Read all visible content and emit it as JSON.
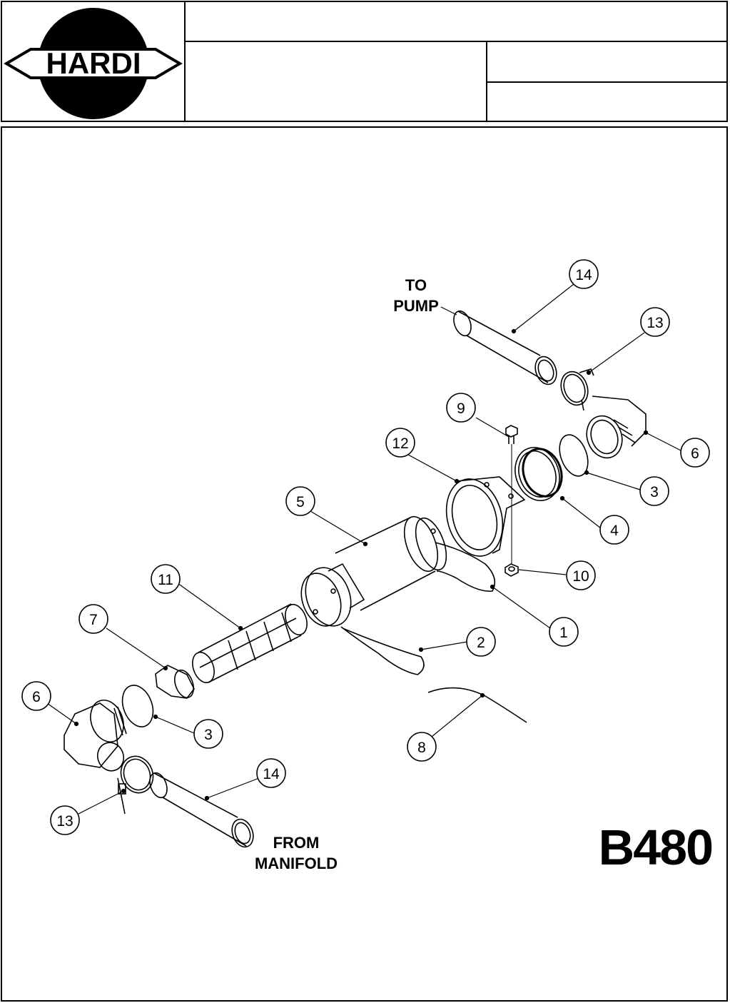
{
  "header": {
    "logo_text": "HARDI",
    "title": "",
    "subtitle": "",
    "field_right_top": "",
    "field_right_bottom": ""
  },
  "diagram": {
    "code": "B480",
    "to_pump_line1": "TO",
    "to_pump_line2": "PUMP",
    "from_manifold_line1": "FROM",
    "from_manifold_line2": "MANIFOLD",
    "callouts": [
      "14",
      "13",
      "9",
      "12",
      "6",
      "3",
      "4",
      "5",
      "10",
      "1",
      "11",
      "2",
      "7",
      "6",
      "3",
      "8",
      "14",
      "13"
    ]
  }
}
